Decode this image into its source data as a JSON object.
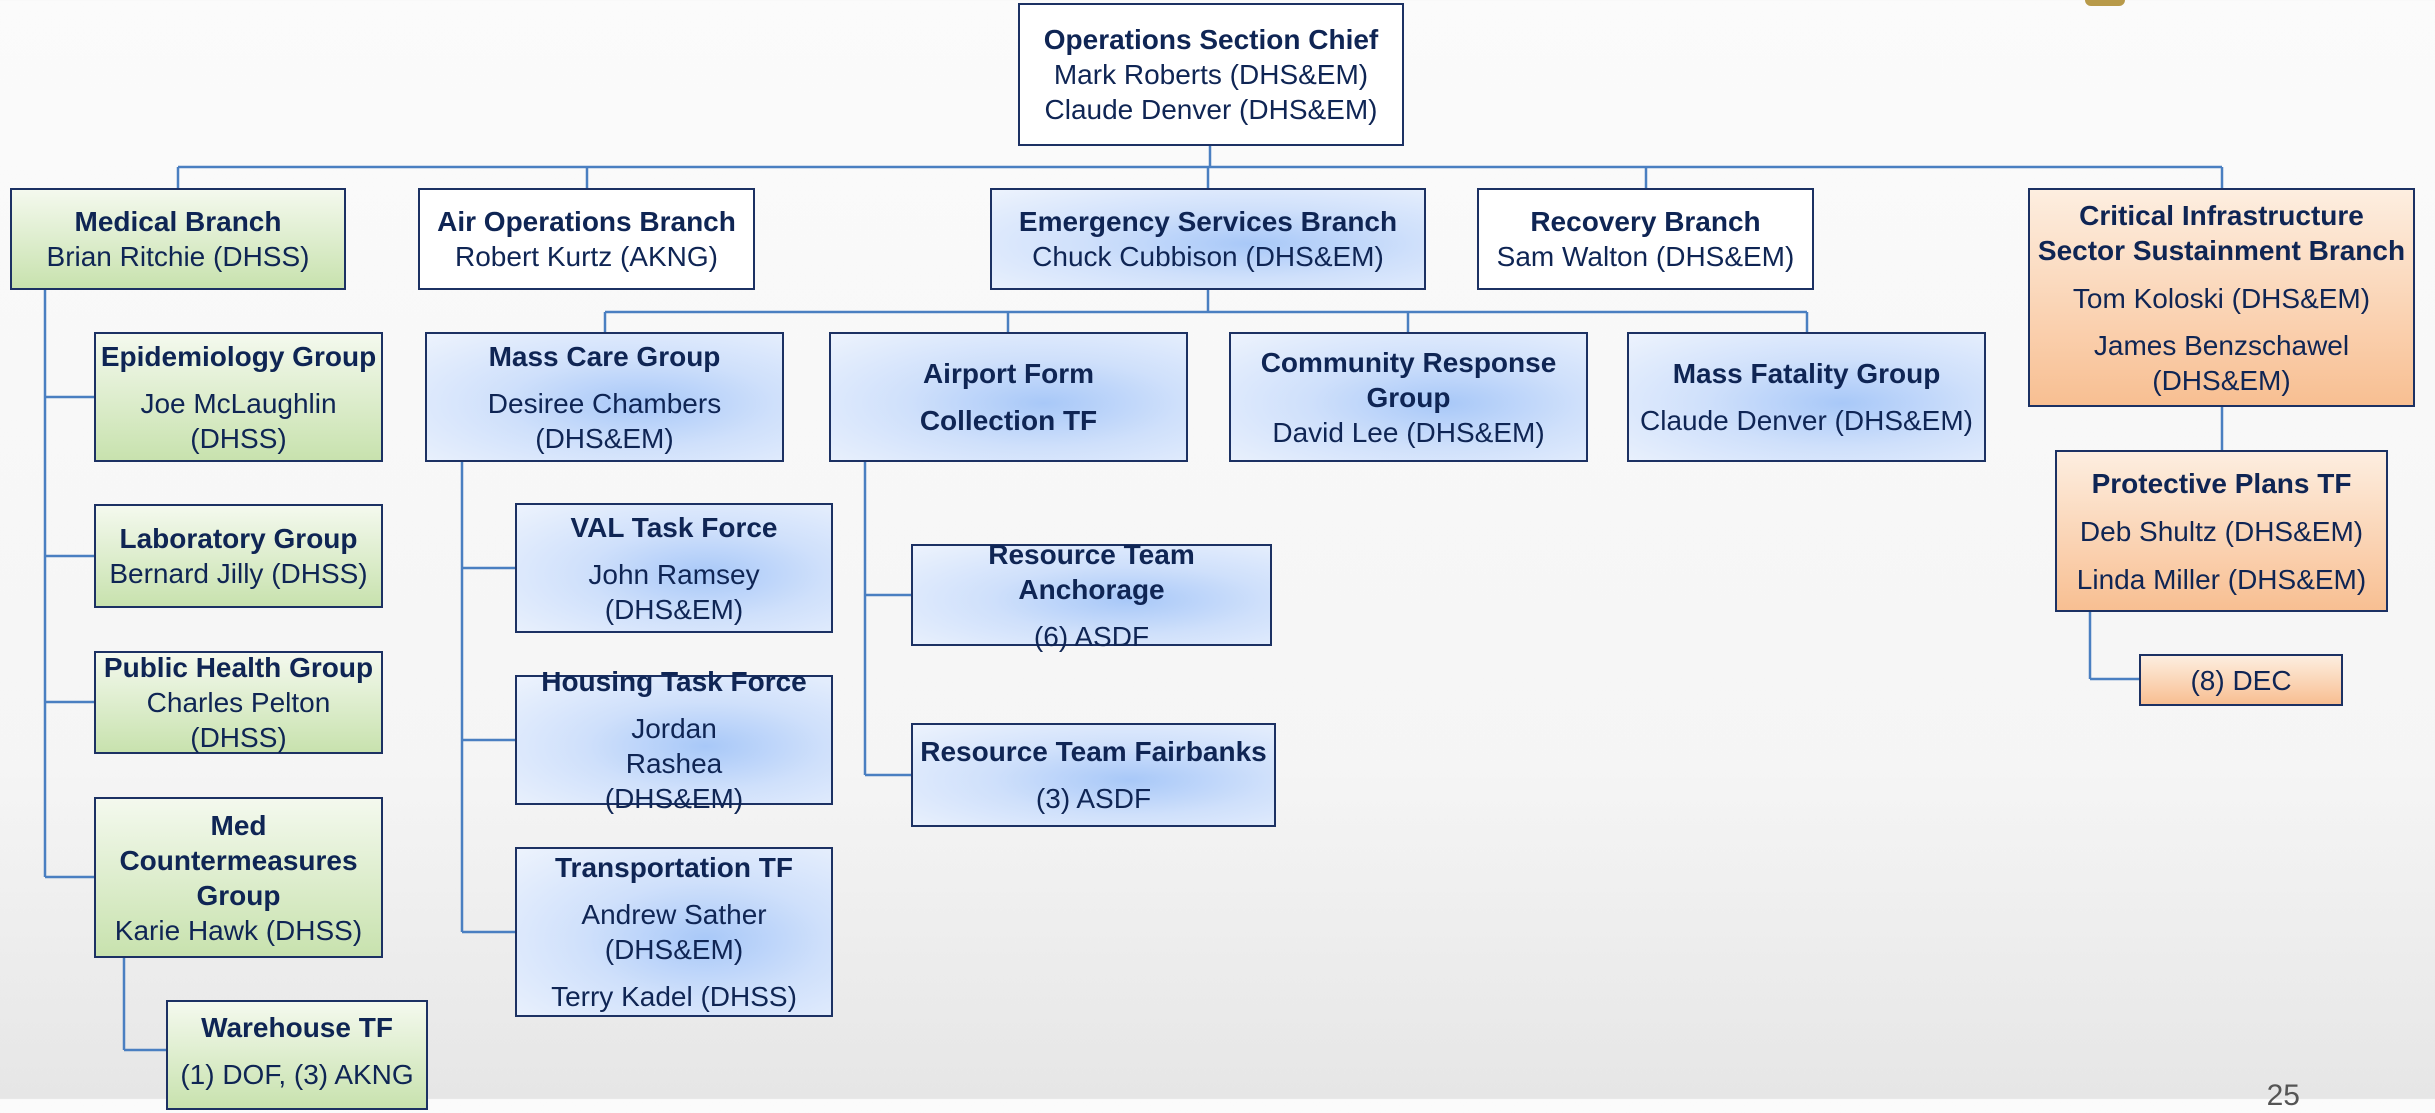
{
  "chief": {
    "title": "Operations Section Chief",
    "people": [
      "Mark Roberts (DHS&EM)",
      "Claude Denver (DHS&EM)"
    ]
  },
  "branches": {
    "medical": {
      "title": "Medical Branch",
      "people": [
        "Brian Ritchie (DHSS)"
      ]
    },
    "air_ops": {
      "title": "Air Operations Branch",
      "people": [
        "Robert Kurtz (AKNG)"
      ]
    },
    "emergency": {
      "title": "Emergency Services Branch",
      "people": [
        "Chuck Cubbison (DHS&EM)"
      ]
    },
    "recovery": {
      "title": "Recovery Branch",
      "people": [
        "Sam Walton (DHS&EM)"
      ]
    },
    "critical": {
      "title": "Critical Infrastructure Sector Sustainment Branch",
      "people": [
        "Tom Koloski (DHS&EM)",
        "James Benzschawel (DHS&EM)"
      ]
    }
  },
  "medical_groups": {
    "epidemiology": {
      "title": "Epidemiology Group",
      "people": [
        "Joe McLaughlin (DHSS)"
      ]
    },
    "laboratory": {
      "title": "Laboratory Group",
      "people": [
        "Bernard Jilly (DHSS)"
      ]
    },
    "public_health": {
      "title": "Public Health Group",
      "people": [
        "Charles Pelton (DHSS)"
      ]
    },
    "med_counter": {
      "title": "Med Countermeasures Group",
      "people": [
        "Karie Hawk (DHSS)"
      ]
    },
    "warehouse": {
      "title": "Warehouse TF",
      "people": [
        "(1) DOF, (3) AKNG"
      ]
    }
  },
  "emergency_groups": {
    "mass_care": {
      "title": "Mass Care Group",
      "people": [
        "Desiree Chambers (DHS&EM)"
      ]
    },
    "airport": {
      "title": "Airport Form",
      "people": [
        "Collection TF"
      ]
    },
    "community": {
      "title": "Community Response Group",
      "people": [
        "David Lee (DHS&EM)"
      ]
    },
    "mass_fatality": {
      "title": "Mass Fatality Group",
      "people": [
        "Claude Denver (DHS&EM)"
      ]
    },
    "val": {
      "title": "VAL Task Force",
      "people": [
        "John Ramsey (DHS&EM)"
      ]
    },
    "housing": {
      "title": "Housing Task Force",
      "people": [
        "Jordan Rashea (DHS&EM)"
      ]
    },
    "transport": {
      "title": "Transportation TF",
      "people": [
        "Andrew Sather (DHS&EM)",
        "Terry Kadel (DHSS)"
      ]
    },
    "rt_anchorage": {
      "title": "Resource Team Anchorage",
      "people": [
        "(6) ASDF"
      ]
    },
    "rt_fairbanks": {
      "title": "Resource Team Fairbanks",
      "people": [
        "(3) ASDF"
      ]
    }
  },
  "critical_groups": {
    "protective": {
      "title": "Protective Plans TF",
      "people": [
        "Deb Shultz (DHS&EM)",
        "Linda Miller (DHS&EM)"
      ]
    },
    "dec": {
      "people": [
        "(8) DEC"
      ]
    }
  },
  "page_number": "25",
  "colors": {
    "border": "#1c3163",
    "text": "#0f2554",
    "connector": "#4a7fc1",
    "blue_fill": "#cfe0fb",
    "green_fill": "#c8e2ae",
    "orange_fill": "#f8bf92"
  }
}
